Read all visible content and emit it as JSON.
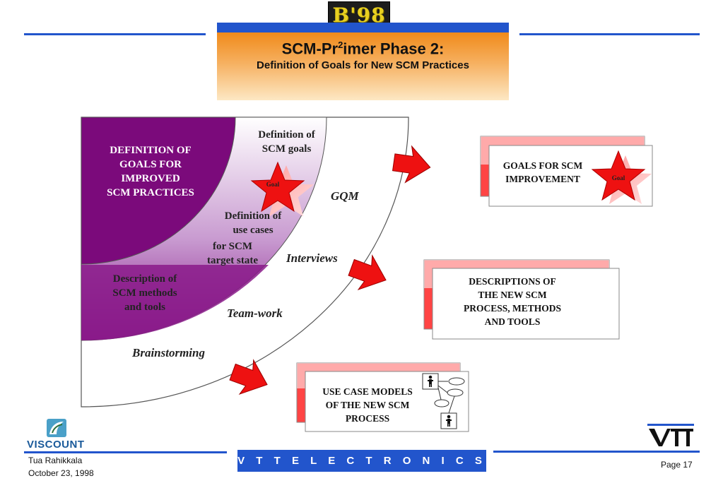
{
  "header": {
    "badge": "B'98",
    "title_prefix": "SCM-Pr",
    "title_sup": "2",
    "title_suffix": "imer Phase 2:",
    "subtitle": "Definition of Goals for New SCM Practices"
  },
  "diagram": {
    "inner_label": [
      "DEFINITION OF",
      "GOALS FOR",
      "IMPROVED",
      "SCM PRACTICES"
    ],
    "band_top": [
      "Definition of",
      "SCM goals"
    ],
    "band_mid": [
      "Definition of",
      "use cases"
    ],
    "band_mid2": [
      "for SCM",
      "target state"
    ],
    "band_low": [
      "Description of",
      "SCM methods",
      "and tools"
    ],
    "star_label": "Goal",
    "techniques": [
      "GQM",
      "Interviews",
      "Team-work",
      "Brainstorming"
    ]
  },
  "outputs": {
    "goals": [
      "GOALS FOR SCM",
      "IMPROVEMENT"
    ],
    "goals_star": "Goal",
    "descriptions": [
      "DESCRIPTIONS OF",
      "THE NEW SCM",
      "PROCESS, METHODS",
      "AND TOOLS"
    ],
    "usecases": [
      "USE CASE MODELS",
      "OF THE NEW SCM",
      "PROCESS"
    ]
  },
  "footer": {
    "logo": "VISCOUNT",
    "author": "Tua Rahikkala",
    "date": "October 23, 1998",
    "center": "V T T  E L E C T R O N I C S",
    "vtt_logo": "VTT",
    "page": "Page 17"
  },
  "colors": {
    "accent_blue": "#2255cc",
    "purple": "#7b0a7b",
    "red": "#ee1111"
  }
}
